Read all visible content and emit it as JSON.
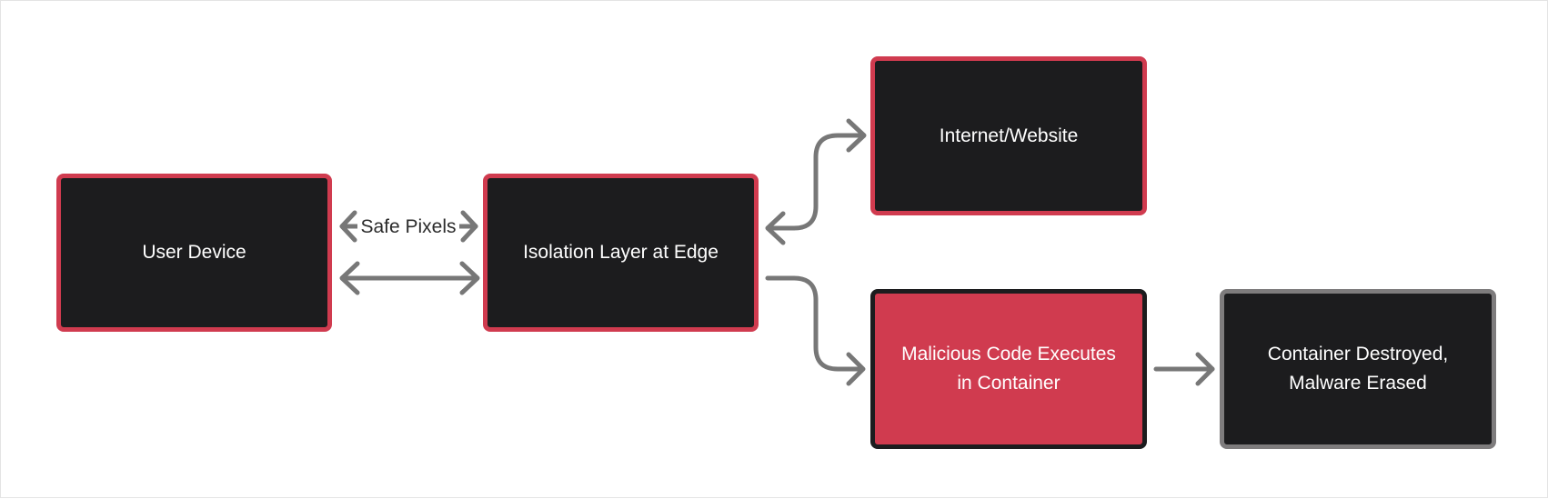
{
  "diagram": {
    "nodes": {
      "user_device": {
        "label": "User Device"
      },
      "isolation_layer": {
        "label": "Isolation Layer at Edge"
      },
      "internet": {
        "label": "Internet/Website"
      },
      "malicious_code": {
        "label": "Malicious Code Executes\nin Container"
      },
      "container_destroyed": {
        "label": "Container Destroyed,\nMalware Erased"
      }
    },
    "edges": {
      "safe_pixels_label": "Safe Pixels"
    },
    "colors": {
      "node_fill": "#1c1c1e",
      "node_border": "#d03b4f",
      "accent_fill": "#d03b4f",
      "muted_border": "#7e7c7d",
      "connector": "#777777"
    }
  }
}
